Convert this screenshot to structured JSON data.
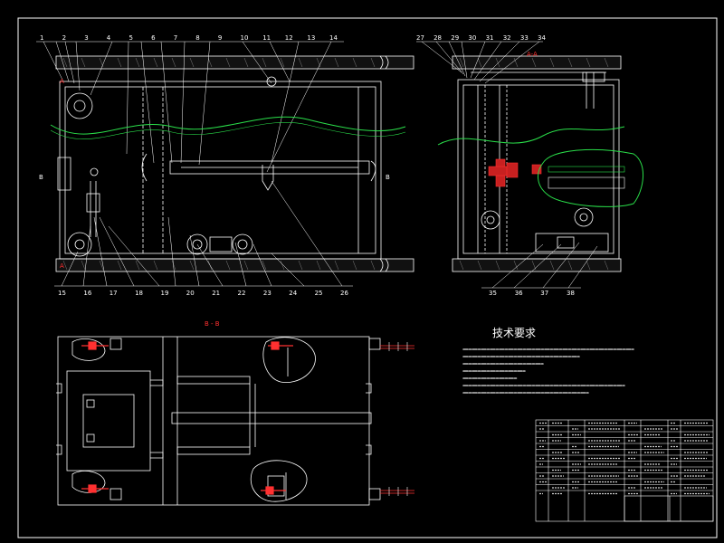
{
  "labels": {
    "top_left": [
      "1",
      "2",
      "3",
      "4",
      "5",
      "6",
      "7",
      "8",
      "9",
      "10",
      "11",
      "12",
      "13",
      "14"
    ],
    "bottom_left": [
      "15",
      "16",
      "17",
      "18",
      "19",
      "20",
      "21",
      "22",
      "23",
      "24",
      "25",
      "26"
    ],
    "top_right": [
      "27",
      "28",
      "29",
      "30",
      "31",
      "32",
      "33",
      "34"
    ],
    "bottom_right": [
      "35",
      "36",
      "37",
      "38"
    ],
    "section_aa": "A-A",
    "section_bb": "B - B",
    "marker_a": "A",
    "marker_b": "B"
  },
  "tech_requirements": {
    "title": "技术要求"
  },
  "colors": {
    "background": "#000000",
    "lines": "#ffffff",
    "accent_red": "#ff2a2a",
    "cut_line_green": "#2adf4a"
  }
}
